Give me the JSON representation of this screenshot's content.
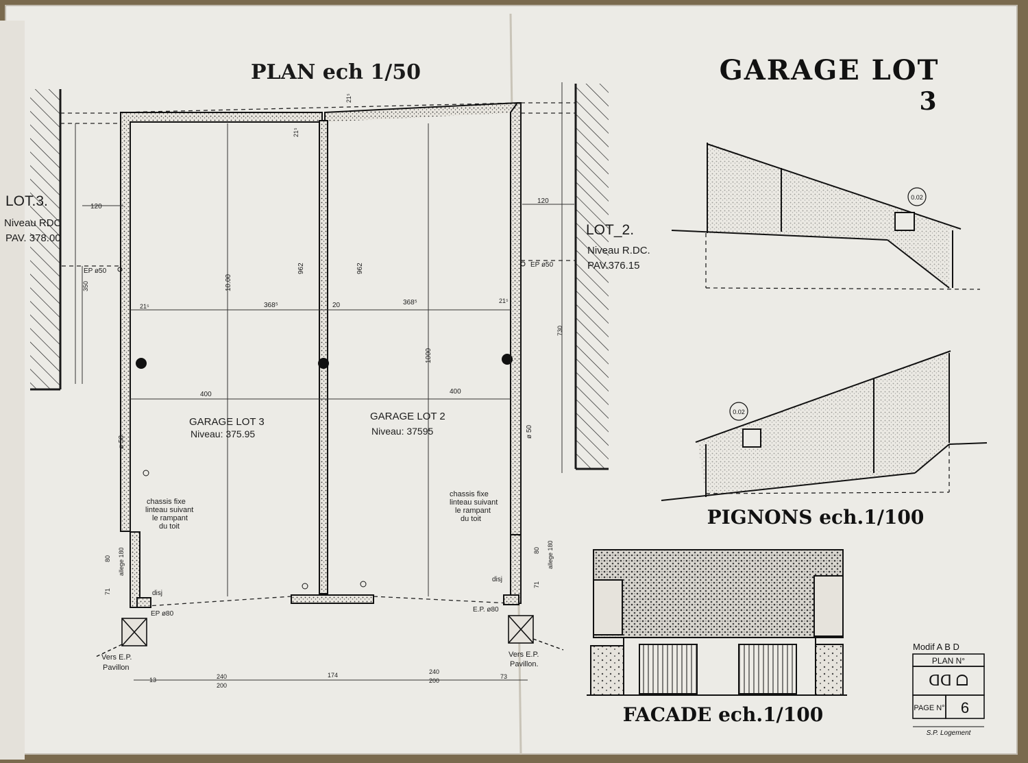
{
  "plan": {
    "title": "PLAN ech 1/50",
    "lot3": {
      "label": "LOT.3.",
      "level": "Niveau RDC",
      "pav": "PAV. 378.00"
    },
    "lot2": {
      "label": "LOT_2.",
      "level": "Niveau R.DC.",
      "pav": "PAV.376.15"
    },
    "garage3": {
      "name": "GARAGE LOT 3",
      "level": "Niveau: 375.95"
    },
    "garage2": {
      "name": "GARAGE LOT 2",
      "level": "Niveau: 37595"
    },
    "dims": {
      "top_wall": "21⁵",
      "side_left": "120",
      "side_right": "120",
      "ep_left": "EP ø50",
      "ep_right": "EP ø50",
      "d350": "350",
      "d730": "730",
      "d1000a": "10.00",
      "d1000b": "1000",
      "d962a": "962",
      "d962b": "962",
      "d368a": "368⁵",
      "d368b": "368⁵",
      "d20": "20",
      "d21a": "21⁵",
      "d21b": "21⁵",
      "d21c": "21⁵",
      "d400a": "400",
      "d400b": "400",
      "d50a": "ø 50",
      "d50b": "ø 50",
      "allege_left": "allege 180",
      "allege_right": "allege 180",
      "d80a": "80",
      "d80b": "80",
      "d71a": "71",
      "d71b": "71",
      "disj_left": "disj",
      "disj_right": "disj",
      "ep80_left": "EP ø80",
      "ep80_right": "E.P. ø80",
      "bottom": [
        "13",
        "240",
        "200",
        "174",
        "240",
        "200",
        "73"
      ]
    },
    "chassis_left": [
      "chassis fixe",
      "linteau suivant",
      "le rampant",
      "du toit"
    ],
    "chassis_right": [
      "chassis fixe",
      "linteau suivant",
      "le rampant",
      "du toit"
    ],
    "vers_left": [
      "Vers E.P.",
      "Pavillon"
    ],
    "vers_right": [
      "Vers E.P.",
      "Pavillon."
    ]
  },
  "header": {
    "title": "GARAGE LOT",
    "number": "3"
  },
  "pignons": {
    "title": "PIGNONS ech.1/100",
    "vent_label": "0.02"
  },
  "facade": {
    "title": "FACADE ech.1/100"
  },
  "cartouche": {
    "modif": "Modif A B D",
    "plan_label": "PLAN N°",
    "plan_code": "ᗡᗡ ᗝ",
    "page_label": "PAGE N°",
    "page_number": "6",
    "signature": "S.P. Logement"
  }
}
